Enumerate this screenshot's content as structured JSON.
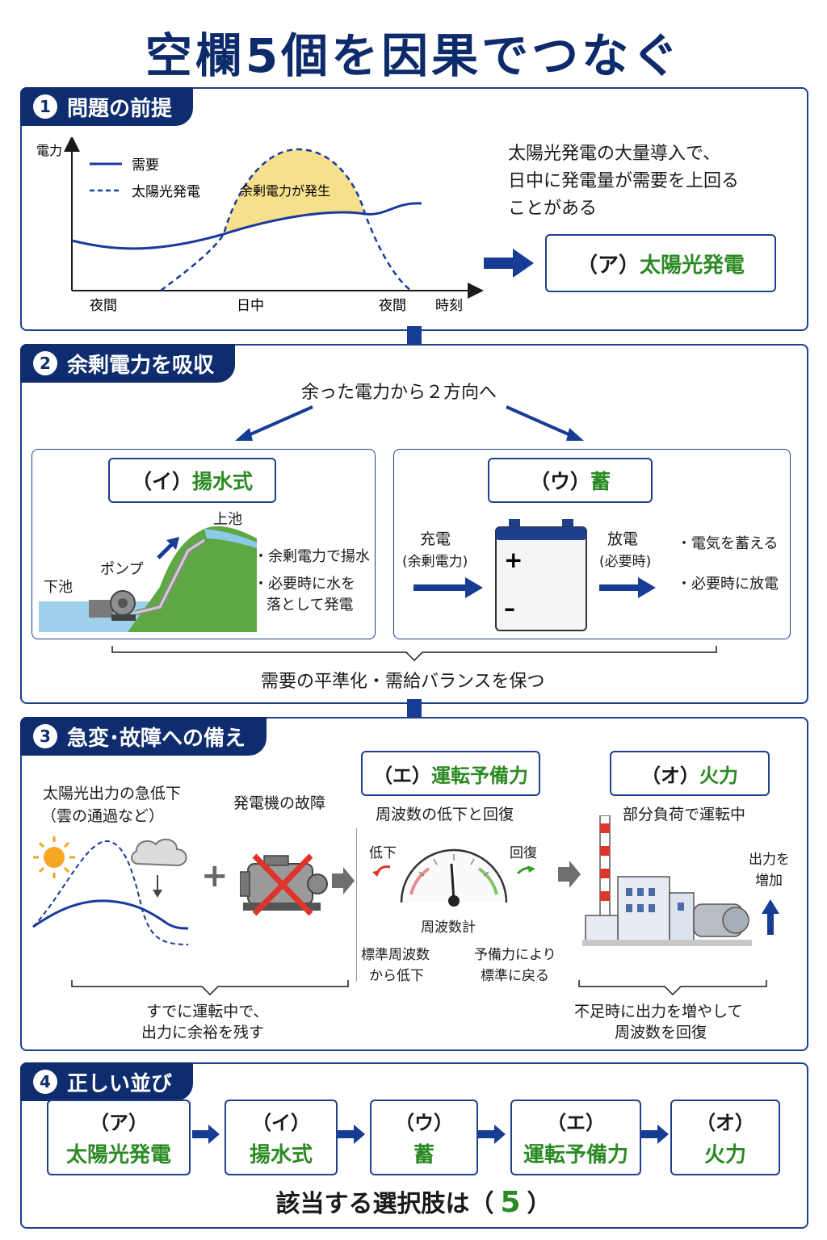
{
  "title": "空欄5個を因果でつなぐ",
  "colors": {
    "navy": "#0f2d6e",
    "green": "#2b8a23",
    "surplus": "#f7e08c"
  },
  "section1": {
    "num": "1",
    "heading": "問題の前提",
    "chart": {
      "ylabel": "電力",
      "xlabel": "時刻",
      "legend_demand": "需要",
      "legend_solar": "太陽光発電",
      "surplus_label": "余剰電力が発生",
      "x_night1": "夜間",
      "x_day": "日中",
      "x_night2": "夜間"
    },
    "desc_line1": "太陽光発電の大量導入で、",
    "desc_line2": "日中に発電量が需要を上回る",
    "desc_line3": "ことがある",
    "answer_key": "（ア）",
    "answer_value": "太陽光発電"
  },
  "section2": {
    "num": "2",
    "heading": "余剰電力を吸収",
    "intro": "余った電力から２方向へ",
    "left": {
      "key": "（イ）",
      "value": "揚水式",
      "upper_pond": "上池",
      "pump": "ポンプ",
      "lower_pond": "下池",
      "bullet1": "・余剰電力で揚水",
      "bullet2a": "・必要時に水を",
      "bullet2b": "落として発電"
    },
    "right": {
      "key": "（ウ）",
      "value": "蓄",
      "charge": "充電",
      "charge_sub": "(余剰電力)",
      "discharge": "放電",
      "discharge_sub": "(必要時)",
      "plus": "+",
      "minus": "–",
      "bullet1": "・電気を蓄える",
      "bullet2": "・必要時に放電"
    },
    "summary": "需要の平準化・需給バランスを保つ"
  },
  "section3": {
    "num": "3",
    "heading": "急変･故障への備え",
    "solar_drop1": "太陽光出力の急低下",
    "solar_drop2": "（雲の通過など）",
    "generator_fault": "発電機の故障",
    "plus_sign": "+",
    "reserve_key": "（エ）",
    "reserve_value": "運転予備力",
    "freq_caption": "周波数の低下と回復",
    "gauge_low": "低下",
    "gauge_recover": "回復",
    "gauge_name": "周波数計",
    "note_left1": "標準周波数",
    "note_left2": "から低下",
    "note_right1": "予備力により",
    "note_right2": "標準に戻る",
    "thermal_key": "（オ）",
    "thermal_value": "火力",
    "thermal_caption": "部分負荷で運転中",
    "output_up1": "出力を",
    "output_up2": "増加",
    "bottom_left1": "すでに運転中で、",
    "bottom_left2": "出力に余裕を残す",
    "bottom_right1": "不足時に出力を増やして",
    "bottom_right2": "周波数を回復"
  },
  "section4": {
    "num": "4",
    "heading": "正しい並び",
    "items": [
      {
        "key": "（ア）",
        "value": "太陽光発電"
      },
      {
        "key": "（イ）",
        "value": "揚水式"
      },
      {
        "key": "（ウ）",
        "value": "蓄"
      },
      {
        "key": "（エ）",
        "value": "運転予備力"
      },
      {
        "key": "（オ）",
        "value": "火力"
      }
    ],
    "answer_prefix": "該当する選択肢は（",
    "answer_number": "5",
    "answer_suffix": "）"
  }
}
